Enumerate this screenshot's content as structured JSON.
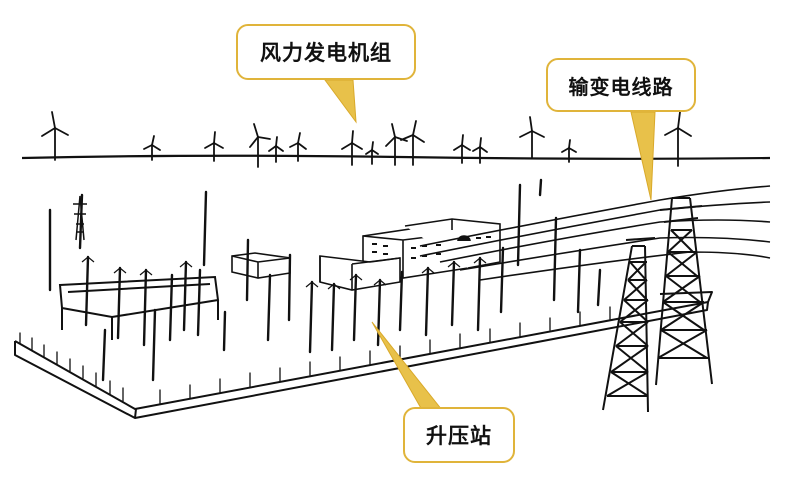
{
  "labels": {
    "wind_turbines": "风力发电机组",
    "transmission_line": "输变电线路",
    "booster_station": "升压站"
  },
  "colors": {
    "callout_border": "#e0b43a",
    "callout_pointer": "#e8c14a",
    "ink": "#111111"
  }
}
